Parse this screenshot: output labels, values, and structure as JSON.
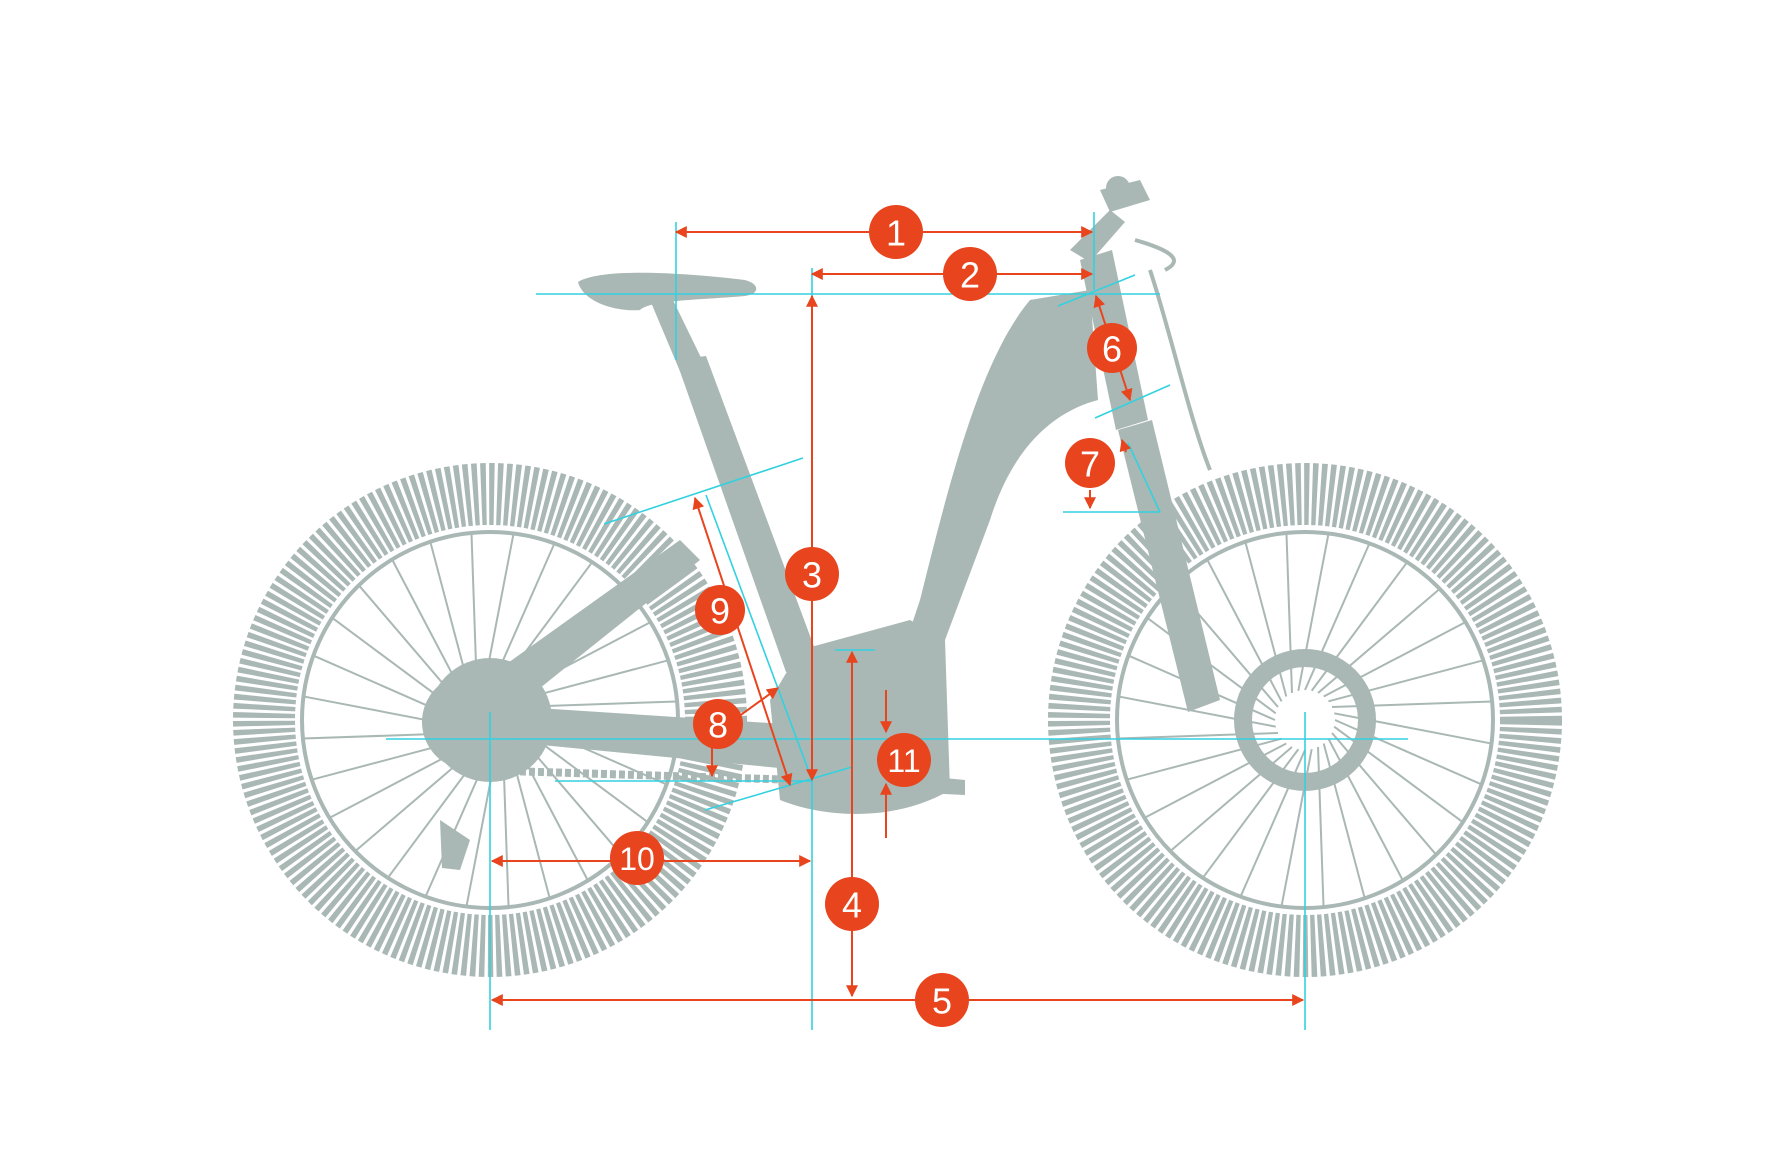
{
  "colors": {
    "background": "#ffffff",
    "bike": "#a9b8b4",
    "dimension_line": "#e8441e",
    "badge": "#e8441e",
    "badge_text": "#ffffff",
    "guide_line": "#33d1e0"
  },
  "icons": {
    "bike": "e-mtb-silhouette"
  },
  "badges": {
    "b1": "1",
    "b2": "2",
    "b3": "3",
    "b4": "4",
    "b5": "5",
    "b6": "6",
    "b7": "7",
    "b8": "8",
    "b9": "9",
    "b10": "10",
    "b11": "11"
  }
}
